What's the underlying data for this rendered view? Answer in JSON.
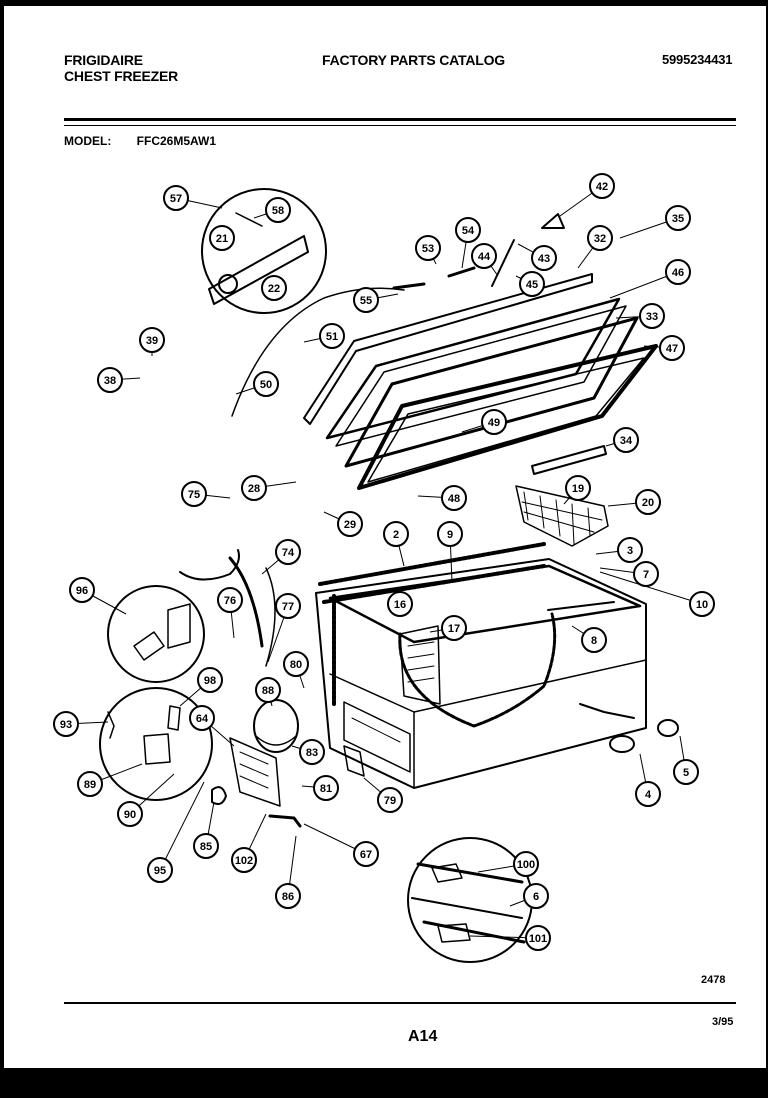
{
  "header": {
    "brand": "FRIGIDAIRE",
    "product": "CHEST FREEZER",
    "catalog_title": "FACTORY PARTS CATALOG",
    "catalog_number": "5995234431"
  },
  "model": {
    "label": "MODEL:",
    "value": "FFC26M5AW1"
  },
  "footer": {
    "drawing_code": "2478",
    "page": "A14",
    "date": "3/95"
  },
  "callouts": [
    "57",
    "58",
    "21",
    "22",
    "42",
    "35",
    "53",
    "54",
    "44",
    "43",
    "32",
    "45",
    "46",
    "55",
    "33",
    "51",
    "47",
    "39",
    "38",
    "50",
    "49",
    "34",
    "75",
    "28",
    "48",
    "29",
    "19",
    "20",
    "2",
    "9",
    "3",
    "74",
    "7",
    "96",
    "76",
    "16",
    "77",
    "17",
    "10",
    "8",
    "80",
    "98",
    "93",
    "88",
    "64",
    "83",
    "89",
    "81",
    "79",
    "90",
    "4",
    "5",
    "67",
    "85",
    "102",
    "95",
    "86",
    "100",
    "6",
    "101"
  ]
}
